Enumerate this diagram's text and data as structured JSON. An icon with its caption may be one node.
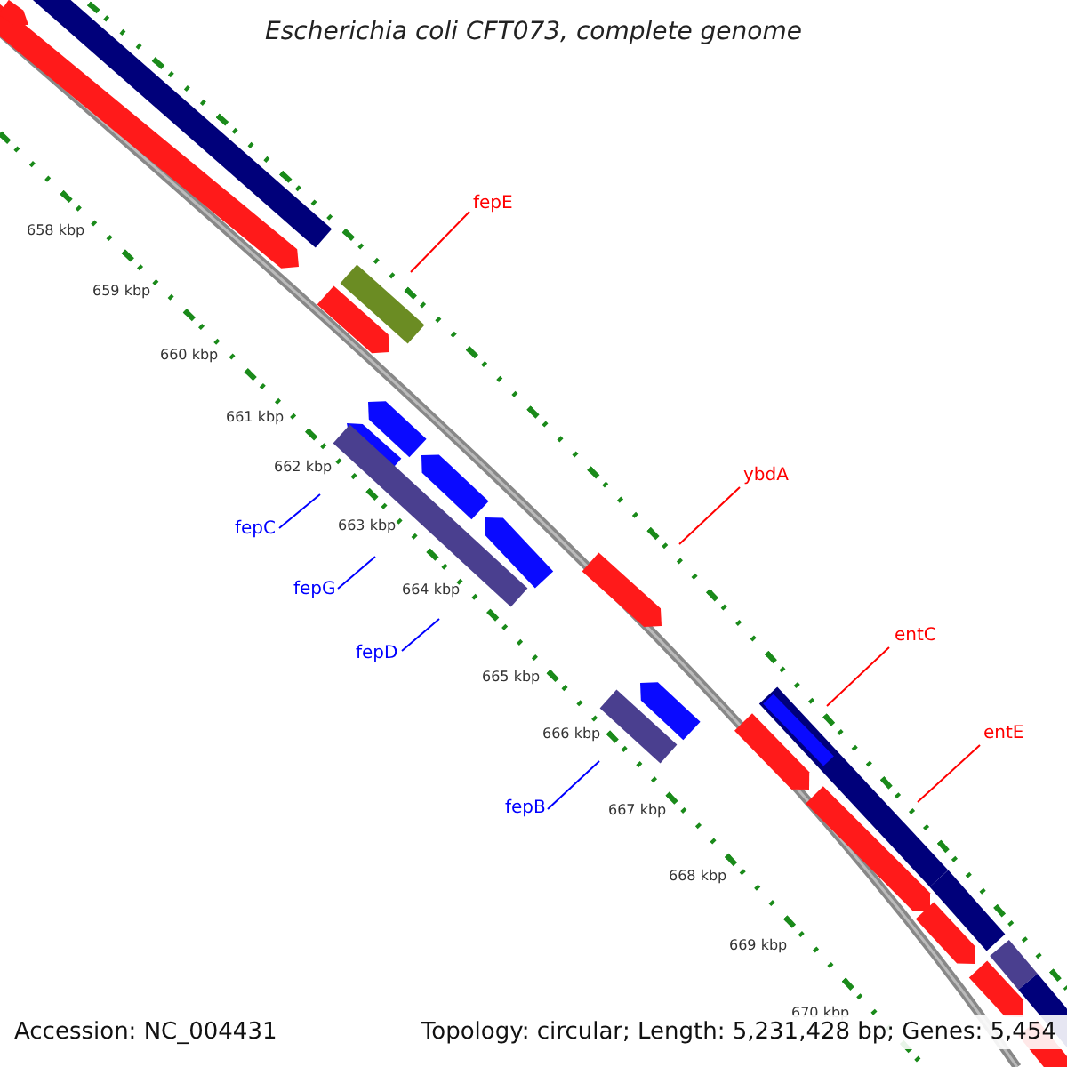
{
  "diagram": {
    "title": "Escherichia coli CFT073, complete genome",
    "nodes": [
      {
        "text": [
          "fepE"
        ]
      },
      {
        "text": [
          "ybdA"
        ]
      },
      {
        "text": [
          "entC"
        ]
      },
      {
        "text": [
          "entE"
        ]
      },
      {
        "text": [
          "fepC"
        ]
      },
      {
        "text": [
          "fepG"
        ]
      },
      {
        "text": [
          "fepD"
        ]
      },
      {
        "text": [
          "fepB"
        ]
      }
    ],
    "edges": [
      {
        "from": 0,
        "to": null,
        "arrow": "none",
        "color": "#ff0000"
      },
      {
        "from": 1,
        "to": null,
        "arrow": "none",
        "color": "#ff0000"
      },
      {
        "from": 2,
        "to": null,
        "arrow": "none",
        "color": "#ff0000"
      },
      {
        "from": 3,
        "to": null,
        "arrow": "none",
        "color": "#ff0000"
      },
      {
        "from": 4,
        "to": null,
        "arrow": "none",
        "color": "#0000ff"
      },
      {
        "from": 5,
        "to": null,
        "arrow": "none",
        "color": "#0000ff"
      },
      {
        "from": 6,
        "to": null,
        "arrow": "none",
        "color": "#0000ff"
      },
      {
        "from": 7,
        "to": null,
        "arrow": "none",
        "color": "#0000ff"
      }
    ],
    "labels": [
      "658 kbp",
      "659 kbp",
      "660 kbp",
      "661 kbp",
      "662 kbp",
      "663 kbp",
      "664 kbp",
      "665 kbp",
      "666 kbp",
      "667 kbp",
      "668 kbp",
      "669 kbp",
      "670 kbp",
      "Accession: NC_004431",
      "Topology: circular; Length: 5,231,428 bp; Genes: 5,454"
    ]
  }
}
